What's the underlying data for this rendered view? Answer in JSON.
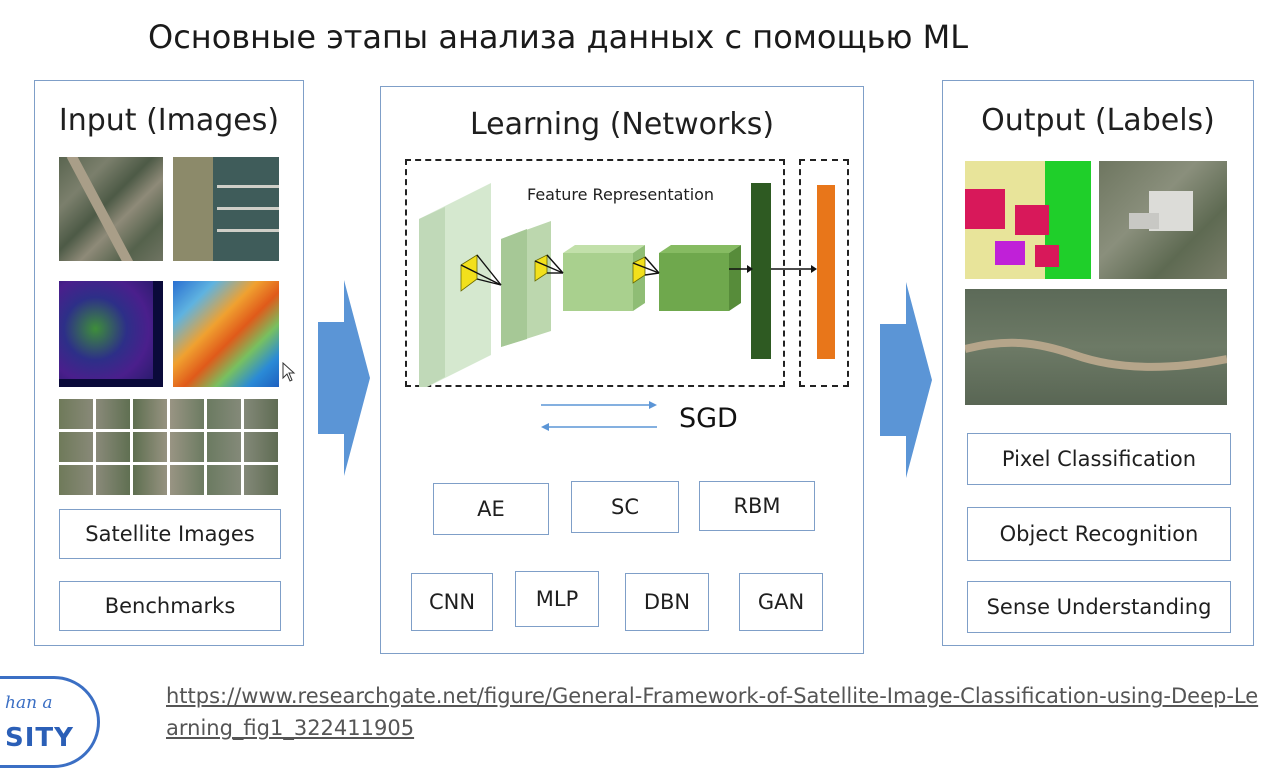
{
  "title": "Основные этапы анализа данных с помощью ML",
  "input": {
    "title": "Input (Images)",
    "boxes": [
      "Satellite Images",
      "Benchmarks"
    ]
  },
  "learning": {
    "title": "Learning (Networks)",
    "feature_label": "Feature Representation",
    "sgd_label": "SGD",
    "methods_row1": [
      "AE",
      "SC",
      "RBM"
    ],
    "methods_row2": [
      "CNN",
      "MLP",
      "DBN",
      "GAN"
    ]
  },
  "output": {
    "title": "Output (Labels)",
    "boxes": [
      "Pixel Classification",
      "Object Recognition",
      "Sense Understanding"
    ]
  },
  "source_url": "https://www.researchgate.net/figure/General-Framework-of-Satellite-Image-Classification-using-Deep-Learning_fig1_322411905",
  "logo": {
    "top_text": "han a",
    "main_text": "SITY"
  },
  "colors": {
    "panel_border": "#7f9fc8",
    "flow_arrow": "#5b95d6",
    "dark_green": "#2e5a22",
    "orange": "#e8761a",
    "yellow": "#f2e01c"
  }
}
